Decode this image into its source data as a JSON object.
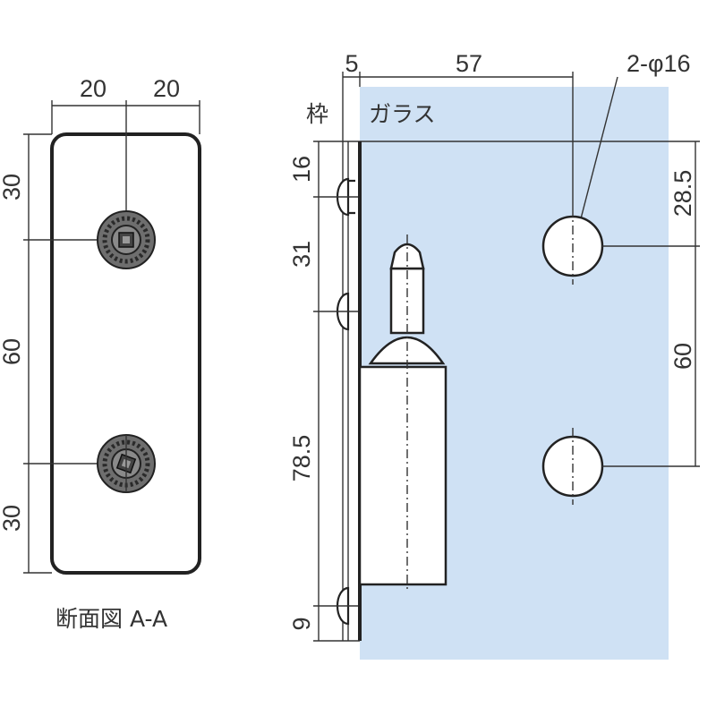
{
  "section": {
    "caption": "断面図 A-A",
    "dims": {
      "top_left": "20",
      "top_right": "20",
      "left_1": "30",
      "left_2": "60",
      "left_3": "30"
    }
  },
  "elevation": {
    "frame_label": "枠",
    "glass_label": "ガラス",
    "glass_color": "#cfe1f4",
    "dims": {
      "top_5": "5",
      "top_57": "57",
      "holes": "2-φ16",
      "left_16": "16",
      "left_31": "31",
      "left_78_5": "78.5",
      "left_9": "9",
      "right_28_5": "28.5",
      "right_60": "60"
    }
  }
}
